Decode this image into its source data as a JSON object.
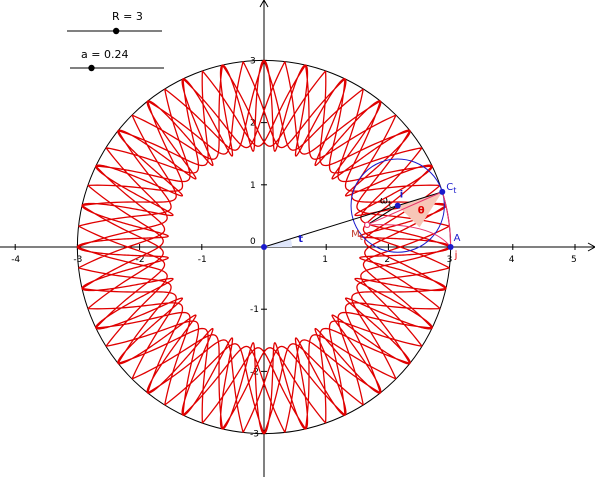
{
  "sliders": [
    {
      "label": "R = 3",
      "value": 3,
      "min": 0,
      "max": 5.8
    },
    {
      "label": "a = 0.24",
      "value": 0.24,
      "min": 0,
      "max": 1.05
    }
  ],
  "axes": {
    "x_ticks": [
      "-4",
      "-3",
      "-2",
      "-1",
      "0",
      "1",
      "2",
      "3",
      "4",
      "5"
    ],
    "x_tick_values": [
      -4,
      -3,
      -2,
      -1,
      0,
      1,
      2,
      3,
      4,
      5
    ],
    "y_ticks": [
      "-3",
      "-2",
      "-1",
      "1",
      "2",
      "3"
    ],
    "y_tick_values": [
      -3,
      -2,
      -1,
      1,
      2,
      3
    ],
    "origin_label": "0"
  },
  "figure": {
    "R": 3,
    "r": 0.75,
    "rho": 0.58,
    "t": 0.3,
    "theta_rel": 0.9,
    "cusps": 28,
    "ring_inner": 1.55,
    "ring_outer": 3.0
  },
  "labels": {
    "point_a": "A",
    "point_c": "C",
    "point_c_sub": "t",
    "point_omega": "ω",
    "point_omega_sub": "t",
    "point_m": "M",
    "point_m_sub": "t",
    "vec_j": "j",
    "vec_i": "i",
    "angle_t": "t",
    "angle_theta": "θ"
  },
  "colors": {
    "curve": "#e00000",
    "circle": "#000000",
    "blue": "#1a1acc",
    "pink": "#e8336b",
    "label_m": "#c0392b",
    "angle_fill": "#f7c6b7"
  }
}
